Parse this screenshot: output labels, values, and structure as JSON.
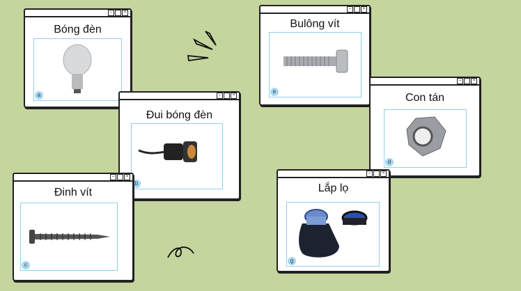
{
  "cards": [
    {
      "title": "Bóng đèn",
      "label": "a",
      "image": "light-bulb"
    },
    {
      "title": "Đui bóng đèn",
      "label": "b",
      "image": "bulb-socket"
    },
    {
      "title": "Đinh vít",
      "label": "c",
      "image": "screw"
    },
    {
      "title": "Bulông vít",
      "label": "e",
      "image": "bolt"
    },
    {
      "title": "Con tán",
      "label": "d",
      "image": "hex-nut"
    },
    {
      "title": "Lắp lọ",
      "label": "g",
      "image": "ink-bottle-cap"
    }
  ],
  "window_controls": {
    "minimize": "minimize-icon",
    "maximize": "maximize-icon",
    "close": "close-icon"
  },
  "colors": {
    "background": "#c4d59e",
    "image_border": "#8fd0ea",
    "label_badge": "#a8d8ee"
  }
}
